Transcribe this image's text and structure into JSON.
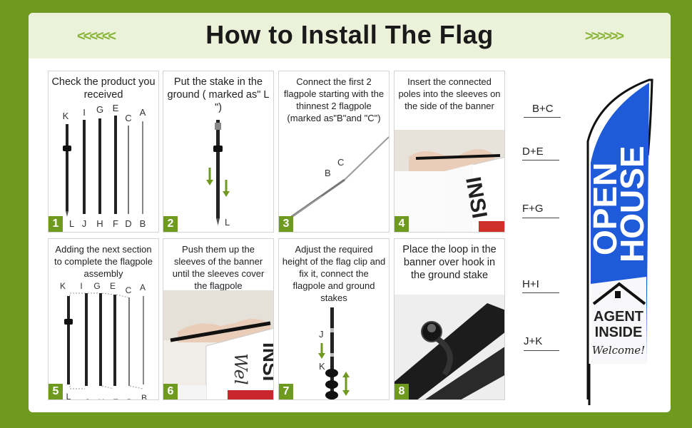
{
  "header": {
    "title": "How to Install The Flag",
    "left_chevrons": "<<<<<<",
    "right_chevrons": ">>>>>>"
  },
  "steps": [
    {
      "number": "1",
      "text": "Check the product you received",
      "top_labels": [
        "K",
        "I",
        "G",
        "E",
        "C",
        "A"
      ],
      "bottom_labels": [
        "L",
        "J",
        "H",
        "F",
        "D",
        "B"
      ]
    },
    {
      "number": "2",
      "text": "Put the stake in the ground ( marked as\" L \")",
      "label": "L"
    },
    {
      "number": "3",
      "text": "Connect the first 2 flagpole starting with the thinnest 2 flagpole (marked as\"B\"and \"C\")",
      "label_b": "B",
      "label_c": "C"
    },
    {
      "number": "4",
      "text": "Insert the connected poles into the sleeves on the side of the banner",
      "banner_text": "INSI"
    },
    {
      "number": "5",
      "text": "Adding the next section to complete the flagpole assembly",
      "top_labels": [
        "K",
        "I",
        "G",
        "E",
        "C",
        "A"
      ],
      "bottom_labels": [
        "L",
        "J",
        "H",
        "F",
        "D",
        "B"
      ]
    },
    {
      "number": "6",
      "text": "Push them up the sleeves of the banner until the sleeves cover the flagpole",
      "banner_text": "INSI",
      "script_text": "Wel"
    },
    {
      "number": "7",
      "text": "Adjust the required height of the flag clip and fix it, connect the flagpole and ground stakes",
      "label_j": "J",
      "label_k": "K"
    },
    {
      "number": "8",
      "text": "Place the loop in the banner over hook in the ground stake"
    }
  ],
  "flag": {
    "section_labels": [
      "B+C",
      "D+E",
      "F+G",
      "H+I",
      "J+K"
    ],
    "line1": "OPEN",
    "line2": "HOUSE",
    "agent": "AGENT",
    "inside": "INSIDE",
    "welcome": "Welcome!"
  },
  "colors": {
    "accent": "#6f9a20",
    "header_bg": "#ebf2d9",
    "flag_blue": "#1f5bd8"
  }
}
